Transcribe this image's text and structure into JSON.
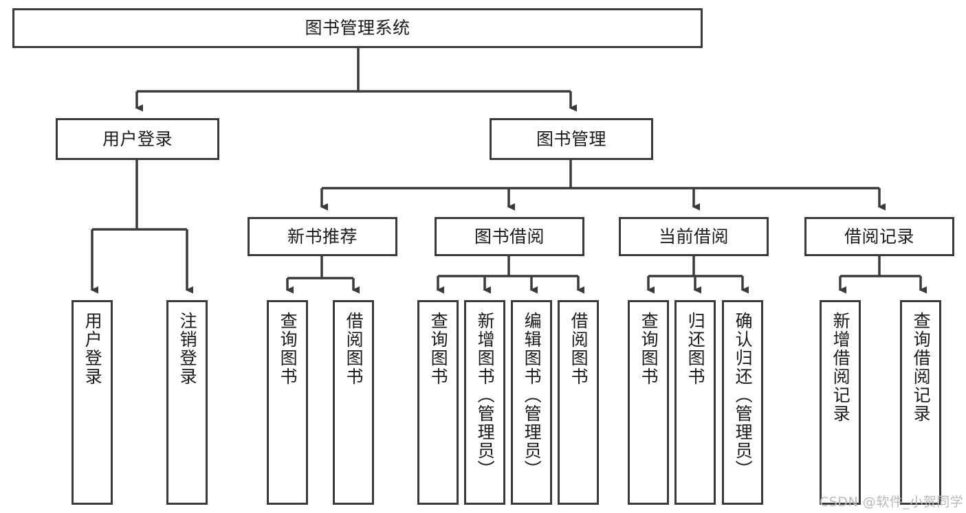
{
  "diagram": {
    "type": "tree-hierarchy",
    "title": "图书管理系统",
    "orientation": "top-down",
    "edge_color": "#3a3a3a",
    "node_border_color": "#3a3a3a",
    "node_fill_color": "#ffffff",
    "text_color": "#1a1a1a",
    "nodes": {
      "root": {
        "label": "图书管理系统",
        "level": 0
      },
      "login": {
        "label": "用户登录",
        "level": 1
      },
      "book_mgmt": {
        "label": "图书管理",
        "level": 1
      },
      "new_book_rec": {
        "label": "新书推荐",
        "level": 2
      },
      "book_borrow": {
        "label": "图书借阅",
        "level": 2
      },
      "current_borrow": {
        "label": "当前借阅",
        "level": 2
      },
      "borrow_record": {
        "label": "借阅记录",
        "level": 2
      },
      "leaf_user_login": {
        "label": "用户登录",
        "level": 2
      },
      "leaf_user_logout": {
        "label": "注销登录",
        "level": 2
      },
      "leaf_rec_query": {
        "label": "查询图书",
        "level": 3
      },
      "leaf_rec_borrow": {
        "label": "借阅图书",
        "level": 3
      },
      "leaf_borrow_query": {
        "label": "查询图书",
        "level": 3
      },
      "leaf_borrow_add": {
        "label": "新增图书（管理员）",
        "level": 3
      },
      "leaf_borrow_edit": {
        "label": "编辑图书（管理员）",
        "level": 3
      },
      "leaf_borrow_take": {
        "label": "借阅图书",
        "level": 3
      },
      "leaf_cur_query": {
        "label": "查询图书",
        "level": 3
      },
      "leaf_cur_return": {
        "label": "归还图书",
        "level": 3
      },
      "leaf_cur_confirm": {
        "label": "确认归还（管理员）",
        "level": 3
      },
      "leaf_rec_add": {
        "label": "新增借阅记录",
        "level": 3
      },
      "leaf_rec_search": {
        "label": "查询借阅记录",
        "level": 3
      }
    },
    "edges": [
      {
        "from": "root",
        "to": "login"
      },
      {
        "from": "root",
        "to": "book_mgmt"
      },
      {
        "from": "login",
        "to": "leaf_user_login"
      },
      {
        "from": "login",
        "to": "leaf_user_logout"
      },
      {
        "from": "book_mgmt",
        "to": "new_book_rec"
      },
      {
        "from": "book_mgmt",
        "to": "book_borrow"
      },
      {
        "from": "book_mgmt",
        "to": "current_borrow"
      },
      {
        "from": "book_mgmt",
        "to": "borrow_record"
      },
      {
        "from": "new_book_rec",
        "to": "leaf_rec_query"
      },
      {
        "from": "new_book_rec",
        "to": "leaf_rec_borrow"
      },
      {
        "from": "book_borrow",
        "to": "leaf_borrow_query"
      },
      {
        "from": "book_borrow",
        "to": "leaf_borrow_add"
      },
      {
        "from": "book_borrow",
        "to": "leaf_borrow_edit"
      },
      {
        "from": "book_borrow",
        "to": "leaf_borrow_take"
      },
      {
        "from": "current_borrow",
        "to": "leaf_cur_query"
      },
      {
        "from": "current_borrow",
        "to": "leaf_cur_return"
      },
      {
        "from": "current_borrow",
        "to": "leaf_cur_confirm"
      },
      {
        "from": "borrow_record",
        "to": "leaf_rec_add"
      },
      {
        "from": "borrow_record",
        "to": "leaf_rec_search"
      }
    ]
  },
  "watermark": {
    "text": "CSDN @软件_小贺同学",
    "color": "#b9b9b9"
  }
}
